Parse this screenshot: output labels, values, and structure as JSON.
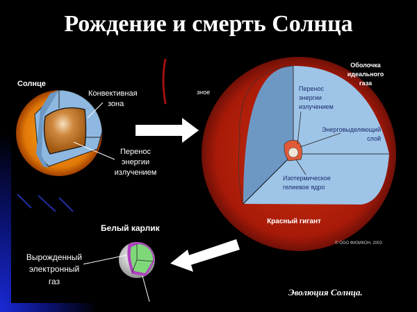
{
  "title": "Рождение и смерть Солнца",
  "sun": {
    "label": "Солнце",
    "convective": [
      "Конвективная",
      "зона"
    ],
    "radiative": [
      "Перенос",
      "энергии",
      "излучением"
    ]
  },
  "red_giant": {
    "label": "Красный гигант",
    "partial_label": "зное",
    "shell": [
      "Оболочка",
      "идеального",
      "газа"
    ],
    "radiative": [
      "Перенос",
      "энергии",
      "излучением"
    ],
    "energy_layer": [
      "Энерговыделяющий",
      "слой"
    ],
    "core": [
      "Изотермическое",
      "гелиевое ядро"
    ],
    "copyright": "© ООО ФИЗИКОН, 2003"
  },
  "white_dwarf": {
    "label": "Белый карлик",
    "gas": [
      "Вырожденный",
      "электронный",
      "газ"
    ]
  },
  "caption": "Эволюция Солнца.",
  "colors": {
    "sun": "#e88a10",
    "red_giant": "#b8200c",
    "zone_blue": "#8fb8e0",
    "core": "#c06a10",
    "dwarf_green": "#7ed87a",
    "dwarf_rim": "#b040c0"
  }
}
